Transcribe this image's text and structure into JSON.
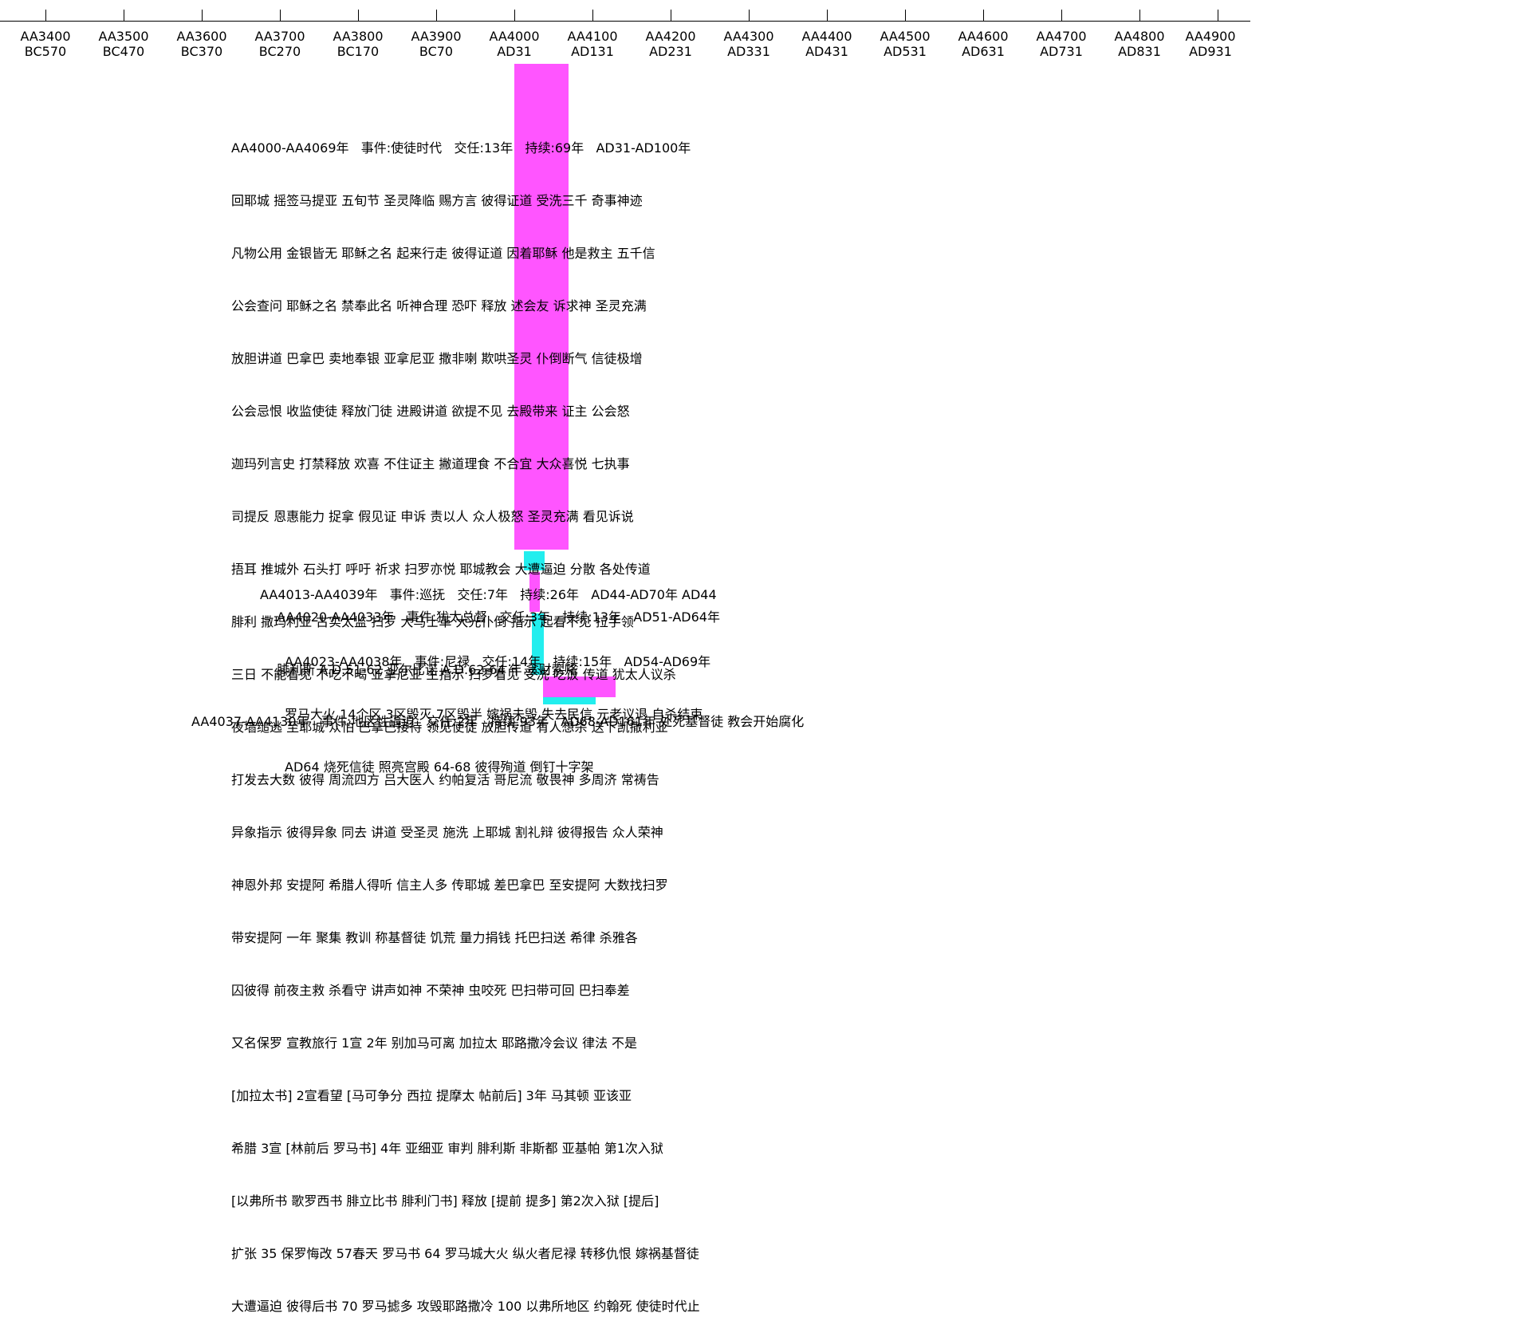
{
  "colors": {
    "magenta": "#ff55ff",
    "cyan": "#22eeee"
  },
  "axis": {
    "ticks": [
      {
        "aa": "AA3400",
        "ad": "BC570"
      },
      {
        "aa": "AA3500",
        "ad": "BC470"
      },
      {
        "aa": "AA3600",
        "ad": "BC370"
      },
      {
        "aa": "AA3700",
        "ad": "BC270"
      },
      {
        "aa": "AA3800",
        "ad": "BC170"
      },
      {
        "aa": "AA3900",
        "ad": "BC70"
      },
      {
        "aa": "AA4000",
        "ad": "AD31"
      },
      {
        "aa": "AA4100",
        "ad": "AD131"
      },
      {
        "aa": "AA4200",
        "ad": "AD231"
      },
      {
        "aa": "AA4300",
        "ad": "AD331"
      },
      {
        "aa": "AA4400",
        "ad": "AD431"
      },
      {
        "aa": "AA4500",
        "ad": "AD531"
      },
      {
        "aa": "AA4600",
        "ad": "AD631"
      },
      {
        "aa": "AA4700",
        "ad": "AD731"
      },
      {
        "aa": "AA4800",
        "ad": "AD831"
      },
      {
        "aa": "AA4900",
        "ad": "AD931"
      }
    ]
  },
  "events": [
    {
      "header": "AA4000-AA4069年   事件:使徒时代   交任:13年   持续:69年   AD31-AD100年",
      "lines": [
        "回耶城 摇签马提亚 五旬节 圣灵降临 赐方言 彼得证道 受洗三千 奇事神迹",
        "凡物公用 金银皆无 耶稣之名 起来行走 彼得证道 因着耶稣 他是救主 五千信",
        "公会查问 耶稣之名 禁奉此名 听神合理 恐吓 释放 述会友 诉求神 圣灵充满",
        "放胆讲道 巴拿巴 卖地奉银 亚拿尼亚 撒非喇 欺哄圣灵 仆倒断气 信徒极增",
        "公会忌恨 收监使徒 释放门徒 进殿讲道 欲提不见 去殿带来 证主 公会怒",
        "迦玛列言史 打禁释放 欢喜 不住证主 撇道理食 不合宜 大众喜悦 七执事",
        "司提反 恩惠能力 捉拿 假见证 申诉 责以人 众人极怒 圣灵充满 看见诉说",
        "捂耳 推城外 石头打 呼吁 祈求 扫罗亦悦 耶城教会 大遭逼迫 分散 各处传道",
        "腓利 撒玛利亚 古实太监 扫罗 大马士革 大光仆倒 指示 起看不见 拉手领",
        "三日 不能看见 不吃不喝 亚拿尼亚 主指示 扫罗看见 受洗 吃饭 传道 犹太人议杀",
        "夜墙缒逃 至耶城 众怕 巴拿巴接待 领见使徒 放胆传道 有人想杀 送下凯撒利亚",
        "打发去大数 彼得 周流四方 吕大医人 约帕复活 哥尼流 敬畏神 多周济 常祷告",
        "异象指示 彼得异象 同去 讲道 受圣灵 施洗 上耶城 割礼辩 彼得报告 众人荣神",
        "神恩外邦 安提阿 希腊人得听 信主人多 传耶城 差巴拿巴 至安提阿 大数找扫罗",
        "带安提阿 一年 聚集 教训 称基督徒 饥荒 量力捐钱 托巴扫送 希律 杀雅各",
        "囚彼得 前夜主救 杀看守 讲声如神 不荣神 虫咬死 巴扫带可回 巴扫奉差",
        "又名保罗 宣教旅行 1宣 2年 别加马可离 加拉太 耶路撒冷会议 律法 不是",
        "[加拉太书] 2宣看望 [马可争分 西拉 提摩太 帖前后] 3年 马其顿 亚该亚",
        "希腊 3宣 [林前后 罗马书] 4年 亚细亚 审判 腓利斯 非斯都 亚基帕 第1次入狱",
        "[以弗所书 歌罗西书 腓立比书 腓利门书] 释放 [提前 提多] 第2次入狱 [提后]",
        "扩张 35 保罗悔改 57春天 罗马书 64 罗马城大火 纵火者尼禄 转移仇恨 嫁祸基督徒",
        "大遭逼迫 彼得后书 70 罗马摅多 攻毁耶路撒冷 100 以弗所地区 约翰死 使徒时代止"
      ]
    },
    {
      "header": "AA4013-AA4039年   事件:巡抚   交任:7年   持续:26年   AD44-AD70年 AD44",
      "lines": []
    },
    {
      "header": "AA4020-AA4033年   事件:犹太总督   交任:3年   持续:13年   AD51-AD64年",
      "lines": [
        "腓利斯 A.D.51-62 亚尔比诺 A.D.62-64 年 贪财索赂"
      ]
    },
    {
      "header": "AA4023-AA4038年   事件:尼禄   交任:14年   持续:15年   AD54-AD69年",
      "lines": [
        "罗马大火 14个区 3区毁灭 7区毁半 嫁祸未毁 失去民信 元老议退 自杀结束",
        "AD64 烧死信徒 照亮宫殿 64-68 彼得殉道 倒钉十字架"
      ]
    },
    {
      "header": "AA4037-AA4130年   事件:地区性逼迫   交任:2年   持续:93年   AD68-AD161年 处死基督徒 教会开始腐化",
      "lines": []
    }
  ]
}
